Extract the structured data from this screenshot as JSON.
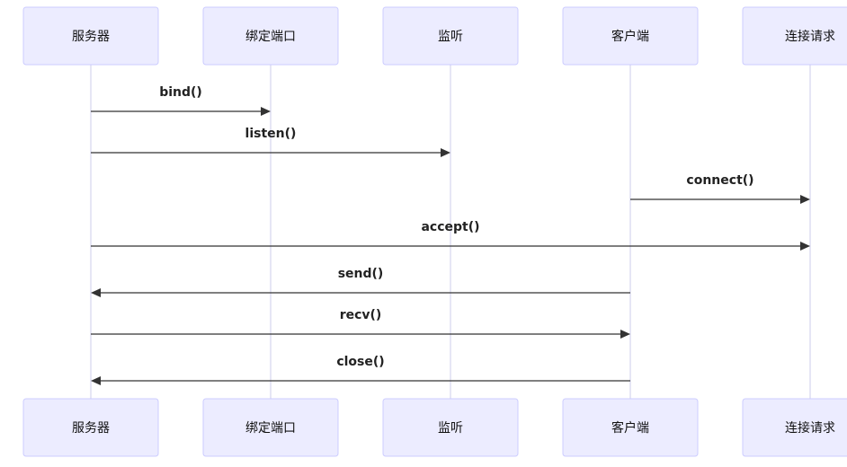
{
  "participants": [
    {
      "id": "server",
      "label": "服务器"
    },
    {
      "id": "bind_port",
      "label": "绑定端口"
    },
    {
      "id": "listen",
      "label": "监听"
    },
    {
      "id": "client",
      "label": "客户端"
    },
    {
      "id": "conn_req",
      "label": "连接请求"
    }
  ],
  "messages": [
    {
      "from": "server",
      "to": "bind_port",
      "label": "bind()"
    },
    {
      "from": "server",
      "to": "listen",
      "label": "listen()"
    },
    {
      "from": "client",
      "to": "conn_req",
      "label": "connect()"
    },
    {
      "from": "server",
      "to": "conn_req",
      "label": "accept()"
    },
    {
      "from": "client",
      "to": "server",
      "label": "send()"
    },
    {
      "from": "server",
      "to": "client",
      "label": "recv()"
    },
    {
      "from": "client",
      "to": "server",
      "label": "close()"
    }
  ],
  "colors": {
    "actor_fill": "#ECECFF",
    "actor_border": "#CCCCFF",
    "line": "#333333",
    "lifeline": "#D5D5EE"
  }
}
